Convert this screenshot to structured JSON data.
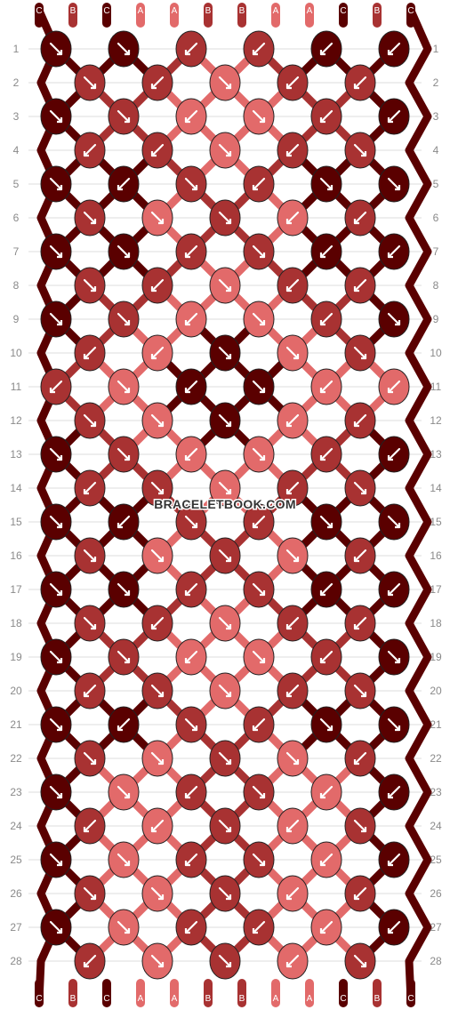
{
  "colors": {
    "A": "#e26a6a",
    "B": "#a83232",
    "C": "#5a0000",
    "gridline": "#dcdcdc",
    "rowlabel": "#8a8a8a",
    "arrow": "#ffffff"
  },
  "strands_top": [
    "C",
    "B",
    "C",
    "A",
    "A",
    "B",
    "B",
    "A",
    "A",
    "C",
    "B",
    "C"
  ],
  "strands_bottom": [
    "C",
    "B",
    "C",
    "A",
    "A",
    "B",
    "B",
    "A",
    "A",
    "C",
    "B",
    "C"
  ],
  "row_labels": [
    "1",
    "2",
    "3",
    "4",
    "5",
    "6",
    "7",
    "8",
    "9",
    "10",
    "11",
    "12",
    "13",
    "14",
    "15",
    "16",
    "17",
    "18",
    "19",
    "20",
    "21",
    "22",
    "23",
    "24",
    "25",
    "26",
    "27",
    "28"
  ],
  "watermark": "BRACELETBOOK.COM",
  "pattern": {
    "rows": [
      [
        [
          "C",
          "se"
        ],
        [
          "C",
          "se"
        ],
        [
          "B",
          "sw"
        ],
        [
          "B",
          "sw"
        ],
        [
          "C",
          "sw"
        ],
        [
          "C",
          "sw"
        ]
      ],
      [
        [
          "B",
          "se"
        ],
        [
          "B",
          "sw"
        ],
        [
          "A",
          "se"
        ],
        [
          "B",
          "sw"
        ],
        [
          "B",
          "sw"
        ]
      ],
      [
        [
          "C",
          "se"
        ],
        [
          "B",
          "se"
        ],
        [
          "A",
          "sw"
        ],
        [
          "A",
          "se"
        ],
        [
          "B",
          "sw"
        ],
        [
          "C",
          "sw"
        ]
      ],
      [
        [
          "B",
          "sw"
        ],
        [
          "B",
          "sw"
        ],
        [
          "A",
          "se"
        ],
        [
          "B",
          "sw"
        ],
        [
          "B",
          "se"
        ]
      ],
      [
        [
          "C",
          "se"
        ],
        [
          "C",
          "sw"
        ],
        [
          "B",
          "se"
        ],
        [
          "B",
          "sw"
        ],
        [
          "C",
          "se"
        ],
        [
          "C",
          "se"
        ]
      ],
      [
        [
          "B",
          "se"
        ],
        [
          "A",
          "se"
        ],
        [
          "B",
          "se"
        ],
        [
          "A",
          "sw"
        ],
        [
          "B",
          "sw"
        ]
      ],
      [
        [
          "C",
          "se"
        ],
        [
          "C",
          "se"
        ],
        [
          "B",
          "sw"
        ],
        [
          "B",
          "se"
        ],
        [
          "C",
          "sw"
        ],
        [
          "C",
          "sw"
        ]
      ],
      [
        [
          "B",
          "se"
        ],
        [
          "B",
          "sw"
        ],
        [
          "A",
          "se"
        ],
        [
          "B",
          "sw"
        ],
        [
          "B",
          "sw"
        ]
      ],
      [
        [
          "C",
          "se"
        ],
        [
          "B",
          "se"
        ],
        [
          "A",
          "sw"
        ],
        [
          "A",
          "se"
        ],
        [
          "B",
          "sw"
        ],
        [
          "C",
          "se"
        ]
      ],
      [
        [
          "B",
          "sw"
        ],
        [
          "A",
          "sw"
        ],
        [
          "C",
          "se"
        ],
        [
          "A",
          "se"
        ],
        [
          "B",
          "se"
        ]
      ],
      [
        [
          "B",
          "sw"
        ],
        [
          "A",
          "se"
        ],
        [
          "C",
          "sw"
        ],
        [
          "C",
          "se"
        ],
        [
          "A",
          "sw"
        ],
        [
          "A",
          "sw"
        ]
      ],
      [
        [
          "B",
          "se"
        ],
        [
          "A",
          "se"
        ],
        [
          "C",
          "se"
        ],
        [
          "A",
          "sw"
        ],
        [
          "B",
          "sw"
        ]
      ],
      [
        [
          "C",
          "se"
        ],
        [
          "B",
          "se"
        ],
        [
          "A",
          "sw"
        ],
        [
          "A",
          "se"
        ],
        [
          "B",
          "sw"
        ],
        [
          "C",
          "sw"
        ]
      ],
      [
        [
          "B",
          "sw"
        ],
        [
          "B",
          "se"
        ],
        [
          "A",
          "se"
        ],
        [
          "B",
          "sw"
        ],
        [
          "B",
          "se"
        ]
      ],
      [
        [
          "C",
          "se"
        ],
        [
          "C",
          "sw"
        ],
        [
          "B",
          "se"
        ],
        [
          "B",
          "sw"
        ],
        [
          "C",
          "se"
        ],
        [
          "C",
          "se"
        ]
      ],
      [
        [
          "B",
          "se"
        ],
        [
          "A",
          "se"
        ],
        [
          "B",
          "se"
        ],
        [
          "A",
          "se"
        ],
        [
          "B",
          "sw"
        ]
      ],
      [
        [
          "C",
          "se"
        ],
        [
          "C",
          "se"
        ],
        [
          "B",
          "sw"
        ],
        [
          "B",
          "se"
        ],
        [
          "C",
          "sw"
        ],
        [
          "C",
          "sw"
        ]
      ],
      [
        [
          "B",
          "se"
        ],
        [
          "B",
          "sw"
        ],
        [
          "A",
          "se"
        ],
        [
          "B",
          "sw"
        ],
        [
          "B",
          "sw"
        ]
      ],
      [
        [
          "C",
          "se"
        ],
        [
          "B",
          "se"
        ],
        [
          "A",
          "sw"
        ],
        [
          "A",
          "se"
        ],
        [
          "B",
          "sw"
        ],
        [
          "C",
          "se"
        ]
      ],
      [
        [
          "B",
          "sw"
        ],
        [
          "B",
          "se"
        ],
        [
          "A",
          "se"
        ],
        [
          "B",
          "sw"
        ],
        [
          "B",
          "se"
        ]
      ],
      [
        [
          "C",
          "se"
        ],
        [
          "C",
          "sw"
        ],
        [
          "B",
          "se"
        ],
        [
          "B",
          "sw"
        ],
        [
          "C",
          "se"
        ],
        [
          "C",
          "se"
        ]
      ],
      [
        [
          "B",
          "se"
        ],
        [
          "A",
          "se"
        ],
        [
          "B",
          "se"
        ],
        [
          "A",
          "se"
        ],
        [
          "B",
          "sw"
        ]
      ],
      [
        [
          "C",
          "se"
        ],
        [
          "A",
          "se"
        ],
        [
          "B",
          "sw"
        ],
        [
          "B",
          "se"
        ],
        [
          "A",
          "sw"
        ],
        [
          "C",
          "sw"
        ]
      ],
      [
        [
          "B",
          "sw"
        ],
        [
          "A",
          "sw"
        ],
        [
          "B",
          "se"
        ],
        [
          "A",
          "sw"
        ],
        [
          "B",
          "se"
        ]
      ],
      [
        [
          "C",
          "se"
        ],
        [
          "A",
          "se"
        ],
        [
          "B",
          "sw"
        ],
        [
          "B",
          "se"
        ],
        [
          "A",
          "sw"
        ],
        [
          "C",
          "sw"
        ]
      ],
      [
        [
          "B",
          "se"
        ],
        [
          "A",
          "se"
        ],
        [
          "B",
          "se"
        ],
        [
          "A",
          "sw"
        ],
        [
          "B",
          "sw"
        ]
      ],
      [
        [
          "C",
          "se"
        ],
        [
          "A",
          "se"
        ],
        [
          "B",
          "sw"
        ],
        [
          "B",
          "sw"
        ],
        [
          "A",
          "sw"
        ],
        [
          "C",
          "sw"
        ]
      ],
      [
        [
          "B",
          "sw"
        ],
        [
          "A",
          "se"
        ],
        [
          "B",
          "se"
        ],
        [
          "A",
          "sw"
        ],
        [
          "B",
          "se"
        ]
      ]
    ]
  }
}
